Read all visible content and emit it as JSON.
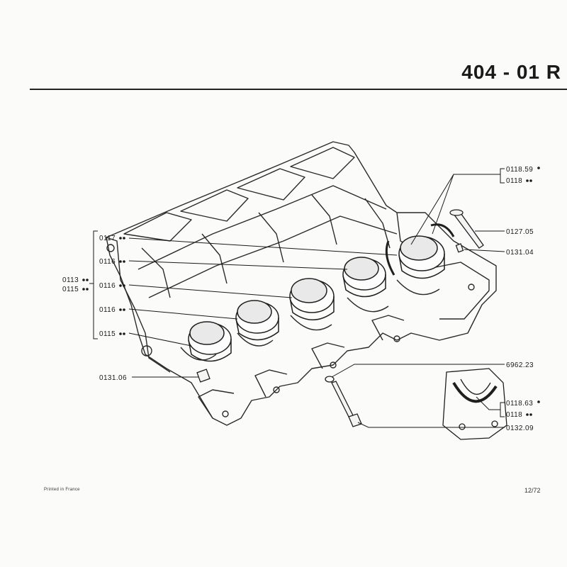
{
  "header": {
    "title": "404 - 01 R"
  },
  "footer": {
    "printed": "Printed in France",
    "page": "12/72"
  },
  "labels": {
    "p0117": "0117",
    "p0116a": "0116",
    "p0113": "0113",
    "p0115a": "0115",
    "p0116b": "0116",
    "p0116c": "0116",
    "p0115b": "0115",
    "p013106": "0131.06",
    "p011859": "0118.59",
    "p0118a": "0118",
    "p012705": "0127.05",
    "p013104": "0131.04",
    "p696223": "6962.23",
    "p011863": "0118.63",
    "p0118b": "0118",
    "p013209": "0132.09"
  }
}
